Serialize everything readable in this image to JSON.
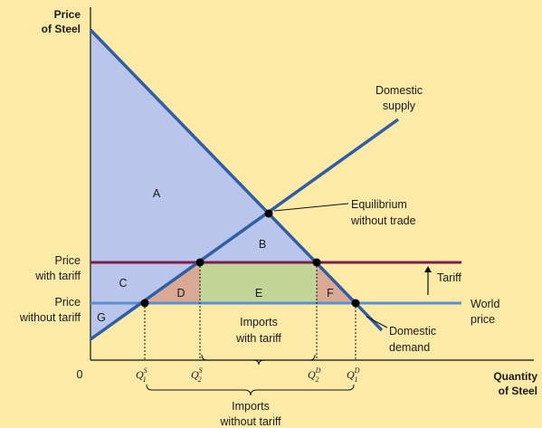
{
  "axes": {
    "y_title": [
      "Price",
      "of Steel"
    ],
    "x_title": [
      "Quantity",
      "of Steel"
    ],
    "origin": "0"
  },
  "price_labels": {
    "with_tariff": [
      "Price",
      "with tariff"
    ],
    "without_tariff": [
      "Price",
      "without tariff"
    ]
  },
  "curves": {
    "supply": [
      "Domestic",
      "supply"
    ],
    "demand": [
      "Domestic",
      "demand"
    ]
  },
  "annotations": {
    "equilibrium": [
      "Equilibrium",
      "without trade"
    ],
    "tariff": "Tariff",
    "world_price": [
      "World",
      "price"
    ],
    "imports_with_tariff": [
      "Imports",
      "with tariff"
    ],
    "imports_without_tariff": [
      "Imports",
      "without tariff"
    ]
  },
  "regions": [
    "A",
    "B",
    "C",
    "D",
    "E",
    "F",
    "G"
  ],
  "quantities": {
    "qs1": {
      "base": "Q",
      "sup": "S",
      "sub": "1"
    },
    "qs2": {
      "base": "Q",
      "sup": "S",
      "sub": "2"
    },
    "qd2": {
      "base": "Q",
      "sup": "D",
      "sub": "2"
    },
    "qd1": {
      "base": "Q",
      "sup": "D",
      "sub": "1"
    }
  },
  "colors": {
    "background": "#fdeaa7",
    "consumer_surplus_fill": "#b9c5ea",
    "producer_surplus_fill": "#b9c5ea",
    "deadweight_fill": "#d9a993",
    "tariff_revenue_fill": "#c1d596",
    "curve": "#2e5fa6",
    "tariff_line": "#7a1f4d",
    "world_line": "#5b8fd1"
  }
}
